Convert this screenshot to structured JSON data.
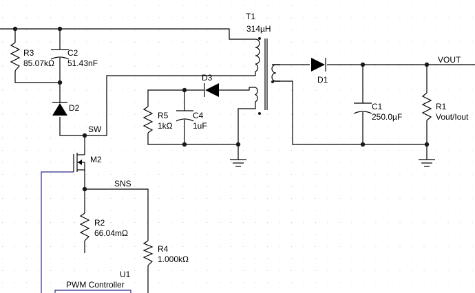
{
  "colors": {
    "background": "#ffffff",
    "grid_dot": "#c4c4c4",
    "wire": "#000000",
    "net_wire": "#2a2a8c"
  },
  "components": {
    "T1": {
      "ref": "T1",
      "value": "314µH"
    },
    "R3": {
      "ref": "R3",
      "value": "85.07kΩ"
    },
    "C2": {
      "ref": "C2",
      "value": "51.43nF"
    },
    "D2": {
      "ref": "D2"
    },
    "D3": {
      "ref": "D3"
    },
    "R5": {
      "ref": "R5",
      "value": "1kΩ"
    },
    "C4": {
      "ref": "C4",
      "value": "1uF"
    },
    "D1": {
      "ref": "D1"
    },
    "C1": {
      "ref": "C1",
      "value": "250.0µF"
    },
    "R1": {
      "ref": "R1",
      "value": "Vout/Iout"
    },
    "M2": {
      "ref": "M2"
    },
    "R2": {
      "ref": "R2",
      "value": "66.04mΩ"
    },
    "R4": {
      "ref": "R4",
      "value": "1.000kΩ"
    },
    "U1": {
      "ref": "U1",
      "value": "PWM Controller"
    }
  },
  "nets": {
    "vout": "VOUT",
    "sw": "SW",
    "sns": "SNS"
  }
}
